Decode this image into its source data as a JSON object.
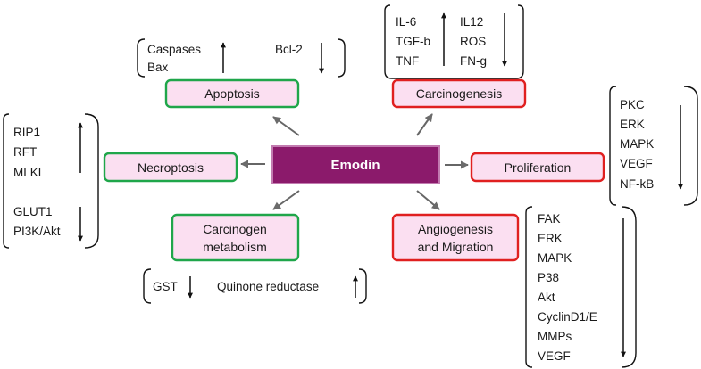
{
  "center": {
    "label": "Emodin",
    "fill": "#8b1a6b",
    "border": "#c27bb0"
  },
  "colors": {
    "inhibited_border": "#1fa64a",
    "promoted_border": "#e02020",
    "box_fill": "#fbdff1",
    "arrow": "#6b6b6b"
  },
  "nodes": {
    "apoptosis": {
      "label": "Apoptosis",
      "markers": {
        "caspases": "Caspases",
        "bax": "Bax",
        "bcl2": "Bcl-2"
      }
    },
    "carcinogenesis": {
      "label": "Carcinogenesis",
      "markers": {
        "il6": "IL-6",
        "tgfb": "TGF-b",
        "tnf": "TNF",
        "il12": "IL12",
        "ros": "ROS",
        "fng": "FN-g"
      }
    },
    "necroptosis": {
      "label": "Necroptosis",
      "markers": {
        "rip1": "RIP1",
        "rft": "RFT",
        "mlkl": "MLKL",
        "glut1": "GLUT1",
        "pi3k": "PI3K/Akt"
      }
    },
    "proliferation": {
      "label": "Proliferation",
      "markers": {
        "pkc": "PKC",
        "erk": "ERK",
        "mapk": "MAPK",
        "vegf": "VEGF",
        "nfkb": "NF-kB"
      }
    },
    "carcinogen_metabolism": {
      "label_line1": "Carcinogen",
      "label_line2": "metabolism",
      "markers": {
        "gst": "GST",
        "quinone": "Quinone reductase"
      }
    },
    "angiogenesis": {
      "label_line1": "Angiogenesis",
      "label_line2": "and Migration",
      "markers": {
        "fak": "FAK",
        "erk": "ERK",
        "mapk": "MAPK",
        "p38": "P38",
        "akt": "Akt",
        "cyclin": "CyclinD1/E",
        "mmps": "MMPs",
        "vegf": "VEGF"
      }
    }
  }
}
